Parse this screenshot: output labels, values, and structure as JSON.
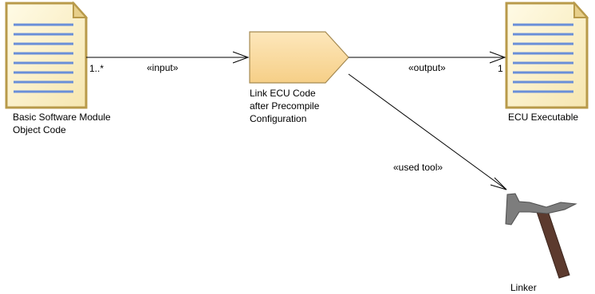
{
  "nodes": {
    "input_artifact": {
      "label_line1": "Basic Software Module",
      "label_line2": "Object Code",
      "icon": "document-icon"
    },
    "task": {
      "label_line1": "Link ECU Code",
      "label_line2": "after Precompile",
      "label_line3": "Configuration",
      "icon": "task-pentagon-icon"
    },
    "output_artifact": {
      "label": "ECU Executable",
      "icon": "document-icon"
    },
    "tool": {
      "label": "Linker",
      "icon": "hammer-icon"
    }
  },
  "edges": {
    "input": {
      "stereotype": "«input»",
      "multiplicity": "1..*"
    },
    "output": {
      "stereotype": "«output»",
      "multiplicity": "1"
    },
    "tool": {
      "stereotype": "«used tool»"
    }
  },
  "colors": {
    "doc_fill": "#fdf5d6",
    "doc_border": "#b89a4a",
    "doc_lines": "#6a8fd8",
    "task_fill": "#fbdca0",
    "task_border": "#a58a52",
    "hammer_head": "#7d7d7d",
    "hammer_handle": "#5c3a2e",
    "edge": "#000000"
  }
}
